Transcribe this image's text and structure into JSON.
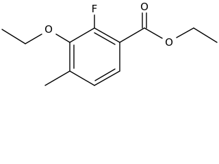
{
  "molecule": {
    "atoms": {
      "fluorine": "F",
      "ethoxy_oxygen": "O",
      "carbonyl_oxygen": "O",
      "ester_oxygen": "O"
    }
  },
  "colors": {
    "bond": "#000000",
    "background": "#ffffff"
  }
}
